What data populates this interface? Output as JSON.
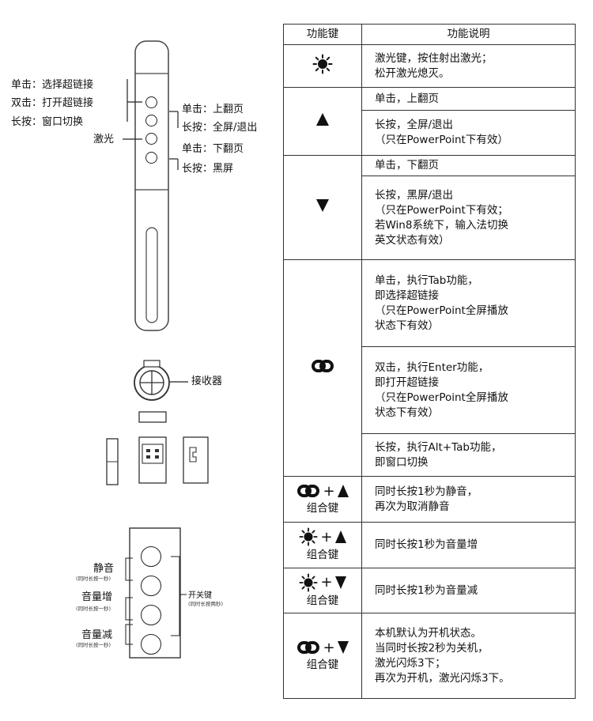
{
  "left_diagram": {
    "left_labels": [
      "单击：选择超链接",
      "双击：打开超链接",
      "长按：窗口切换",
      "激光"
    ],
    "right_labels": [
      "单击：上翻页",
      "长按：全屏/退出",
      "单击：下翻页",
      "长按：黑屏"
    ],
    "receiver_label": "接收器"
  },
  "bottom_diagram": {
    "left_labels": [
      "静音",
      "(同时长按一秒)",
      "音量增",
      "(同时长按一秒)",
      "音量减",
      "(同时长按一秒)"
    ],
    "right_label": "开关键",
    "right_sub": "(同时长按两秒)"
  },
  "table": {
    "headers": [
      "功能键",
      "功能说明"
    ],
    "combo_label": "组合键",
    "rows": [
      {
        "symbol": "laser-icon",
        "desc": [
          "激光键，按住射出激光；",
          "松开激光熄灭。"
        ]
      },
      {
        "symbol": "up-triangle-icon",
        "desc": [
          "单击，上翻页"
        ]
      },
      {
        "desc": [
          "长按，全屏/退出",
          "（只在PowerPoint下有效）"
        ]
      },
      {
        "symbol": "down-triangle-icon",
        "desc": [
          "单击，下翻页"
        ]
      },
      {
        "desc": [
          "长按，黑屏/退出",
          "（只在PowerPoint下有效；",
          "若Win8系统下，输入法切换",
          "英文状态有效）"
        ]
      },
      {
        "symbol": "link-icon",
        "desc": [
          "单击，执行Tab功能，",
          "即选择超链接",
          "（只在PowerPoint全屏播放",
          "状态下有效）"
        ]
      },
      {
        "desc": [
          "双击，执行Enter功能，",
          "即打开超链接",
          "（只在PowerPoint全屏播放",
          "状态下有效）"
        ]
      },
      {
        "desc": [
          "长按，执行Alt+Tab功能，",
          "即窗口切换"
        ]
      },
      {
        "symbol": "link-plus-up",
        "desc": [
          "同时长按1秒为静音，",
          "再次为取消静音"
        ]
      },
      {
        "symbol": "laser-plus-up",
        "desc": [
          "同时长按1秒为音量增"
        ]
      },
      {
        "symbol": "laser-plus-down",
        "desc": [
          "同时长按1秒为音量减"
        ]
      },
      {
        "symbol": "link-plus-down",
        "desc": [
          "本机默认为开机状态。",
          "当同时长按2秒为关机，",
          "激光闪烁3下；",
          "再次为开机，激光闪烁3下。"
        ]
      }
    ]
  }
}
